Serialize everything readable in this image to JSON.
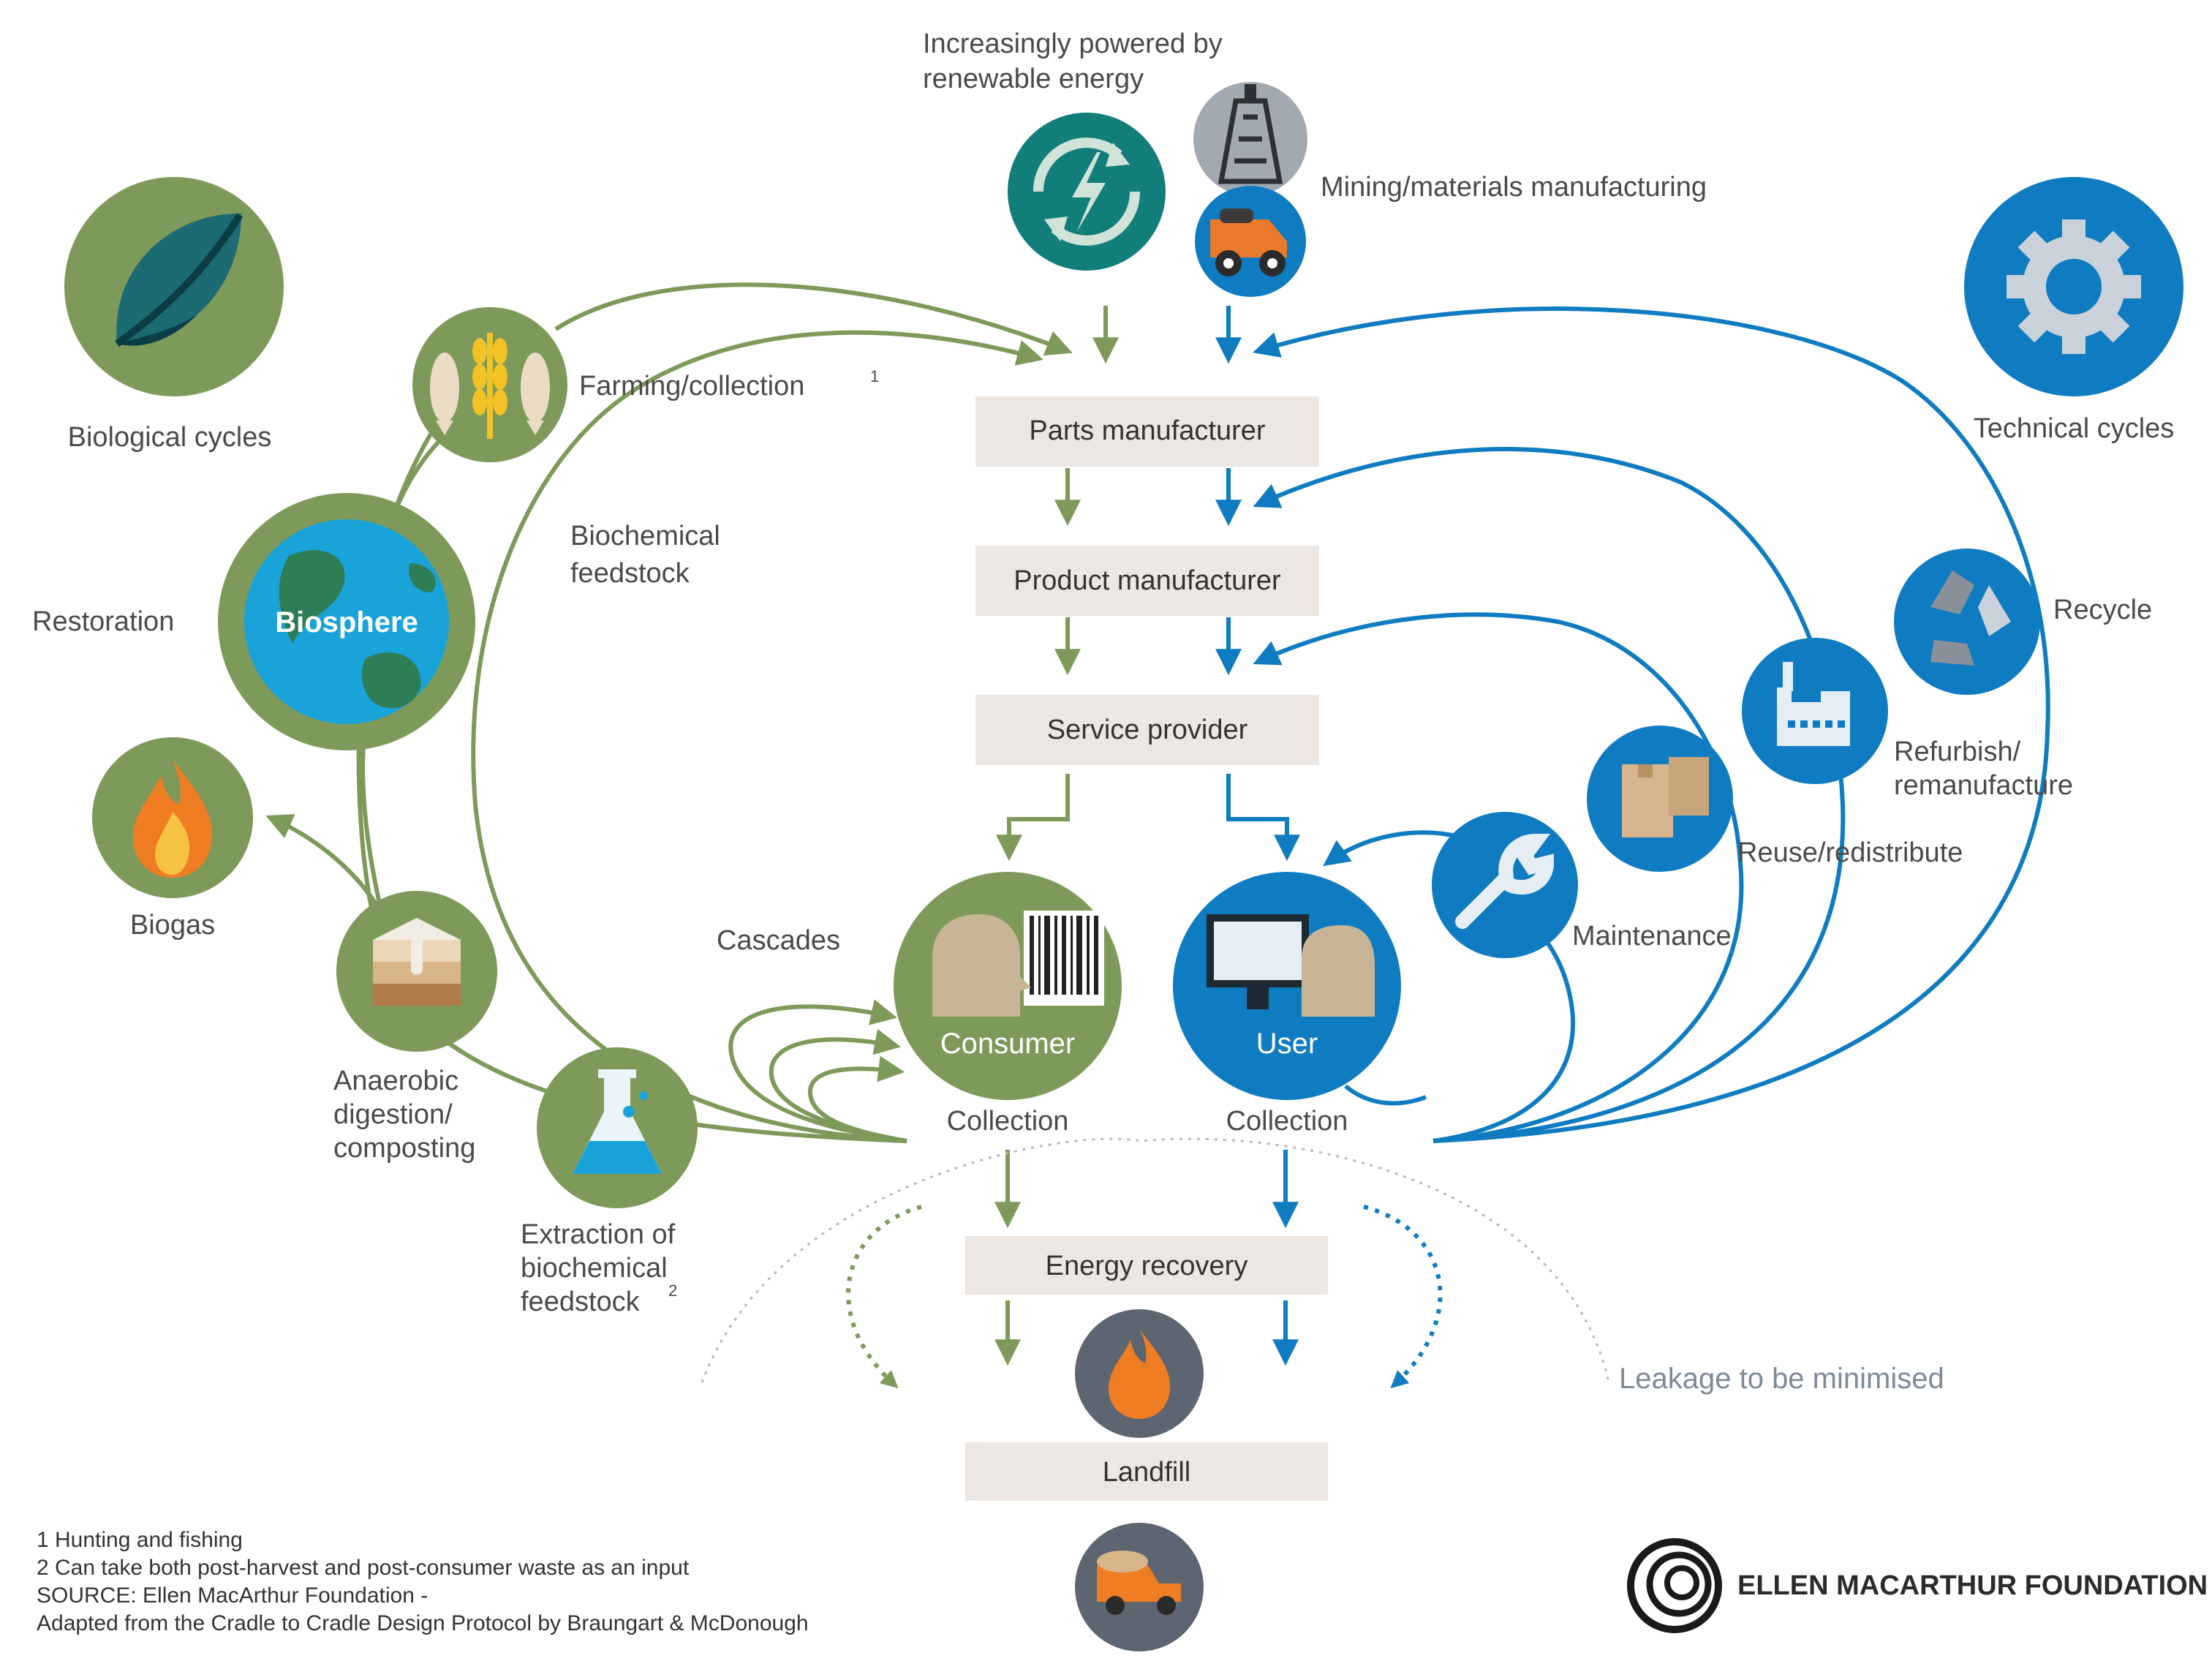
{
  "colors": {
    "green": "#7d9a5a",
    "blue": "#0f7cc1",
    "box": "#ece7e2",
    "grey": "#5d6570",
    "darkgreen": "#0b3d45"
  },
  "top": {
    "renewable_line1": "Increasingly powered by",
    "renewable_line2": "renewable energy",
    "mining": "Mining/materials manufacturing"
  },
  "bio": {
    "title": "Biological cycles",
    "farming": "Farming/collection",
    "farming_sup": "1",
    "biochem_line1": "Biochemical",
    "biochem_line2": "feedstock",
    "restoration": "Restoration",
    "biosphere": "Biosphere",
    "biogas": "Biogas",
    "anaerobic_line1": "Anaerobic",
    "anaerobic_line2": "digestion/",
    "anaerobic_line3": "composting",
    "extraction_line1": "Extraction of",
    "extraction_line2": "biochemical",
    "extraction_line3": "feedstock",
    "extraction_sup": "2",
    "cascades": "Cascades",
    "consumer": "Consumer",
    "collection": "Collection"
  },
  "center": {
    "parts": "Parts manufacturer",
    "product": "Product manufacturer",
    "service": "Service provider",
    "energy": "Energy recovery",
    "landfill": "Landfill"
  },
  "tech": {
    "title": "Technical cycles",
    "recycle": "Recycle",
    "refurbish_line1": "Refurbish/",
    "refurbish_line2": "remanufacture",
    "reuse": "Reuse/redistribute",
    "maintenance": "Maintenance",
    "user": "User",
    "collection": "Collection"
  },
  "leakage": "Leakage to be minimised",
  "footnotes": {
    "line1": "1  Hunting and fishing",
    "line2": "2 Can take both post-harvest and post-consumer waste as an input",
    "line3": "SOURCE: Ellen MacArthur Foundation -",
    "line4": "Adapted from the Cradle to Cradle Design Protocol by Braungart & McDonough"
  },
  "logo": {
    "text": "ELLEN MACARTHUR FOUNDATION"
  },
  "icons": [
    "leaf-icon",
    "gear-icon",
    "renewable-energy-icon",
    "oil-rig-icon",
    "mining-truck-icon",
    "fish-wheat-icon",
    "globe-icon",
    "flame-icon",
    "compost-icon",
    "flask-icon",
    "barcode-icon",
    "computer-user-icon",
    "wrench-icon",
    "boxes-icon",
    "factory-icon",
    "recycle-icon",
    "dump-truck-icon"
  ]
}
